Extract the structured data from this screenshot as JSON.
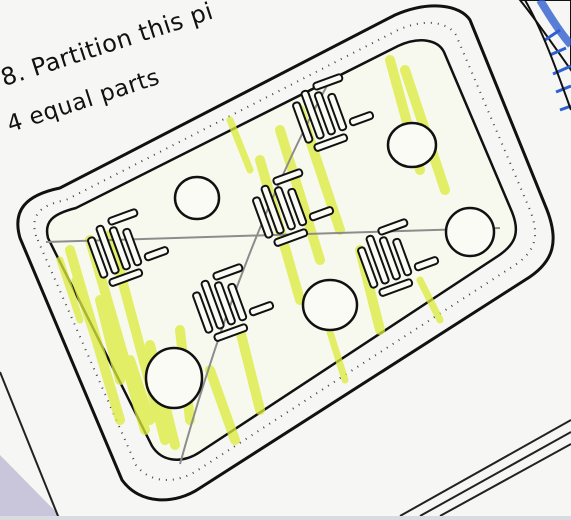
{
  "question": {
    "line1": "8. Partition this pi",
    "line2": "4 equal parts"
  },
  "colors": {
    "paper": "#f7f7f5",
    "pencil_line": "#8c8c8c",
    "crayon_yellow": "#dff04c",
    "crayon_blue": "#2f5fd0",
    "outline": "#1a1a1a"
  },
  "drawing": {
    "shape": "rectangle pizza",
    "parts": 4,
    "toppings": [
      "pepperoni-circle",
      "pepperoni-circle",
      "pepperoni-circle",
      "pepperoni-circle",
      "pepperoni-circle",
      "cheese-strips",
      "cheese-strips",
      "cheese-strips",
      "cheese-strips",
      "cheese-strips"
    ]
  }
}
